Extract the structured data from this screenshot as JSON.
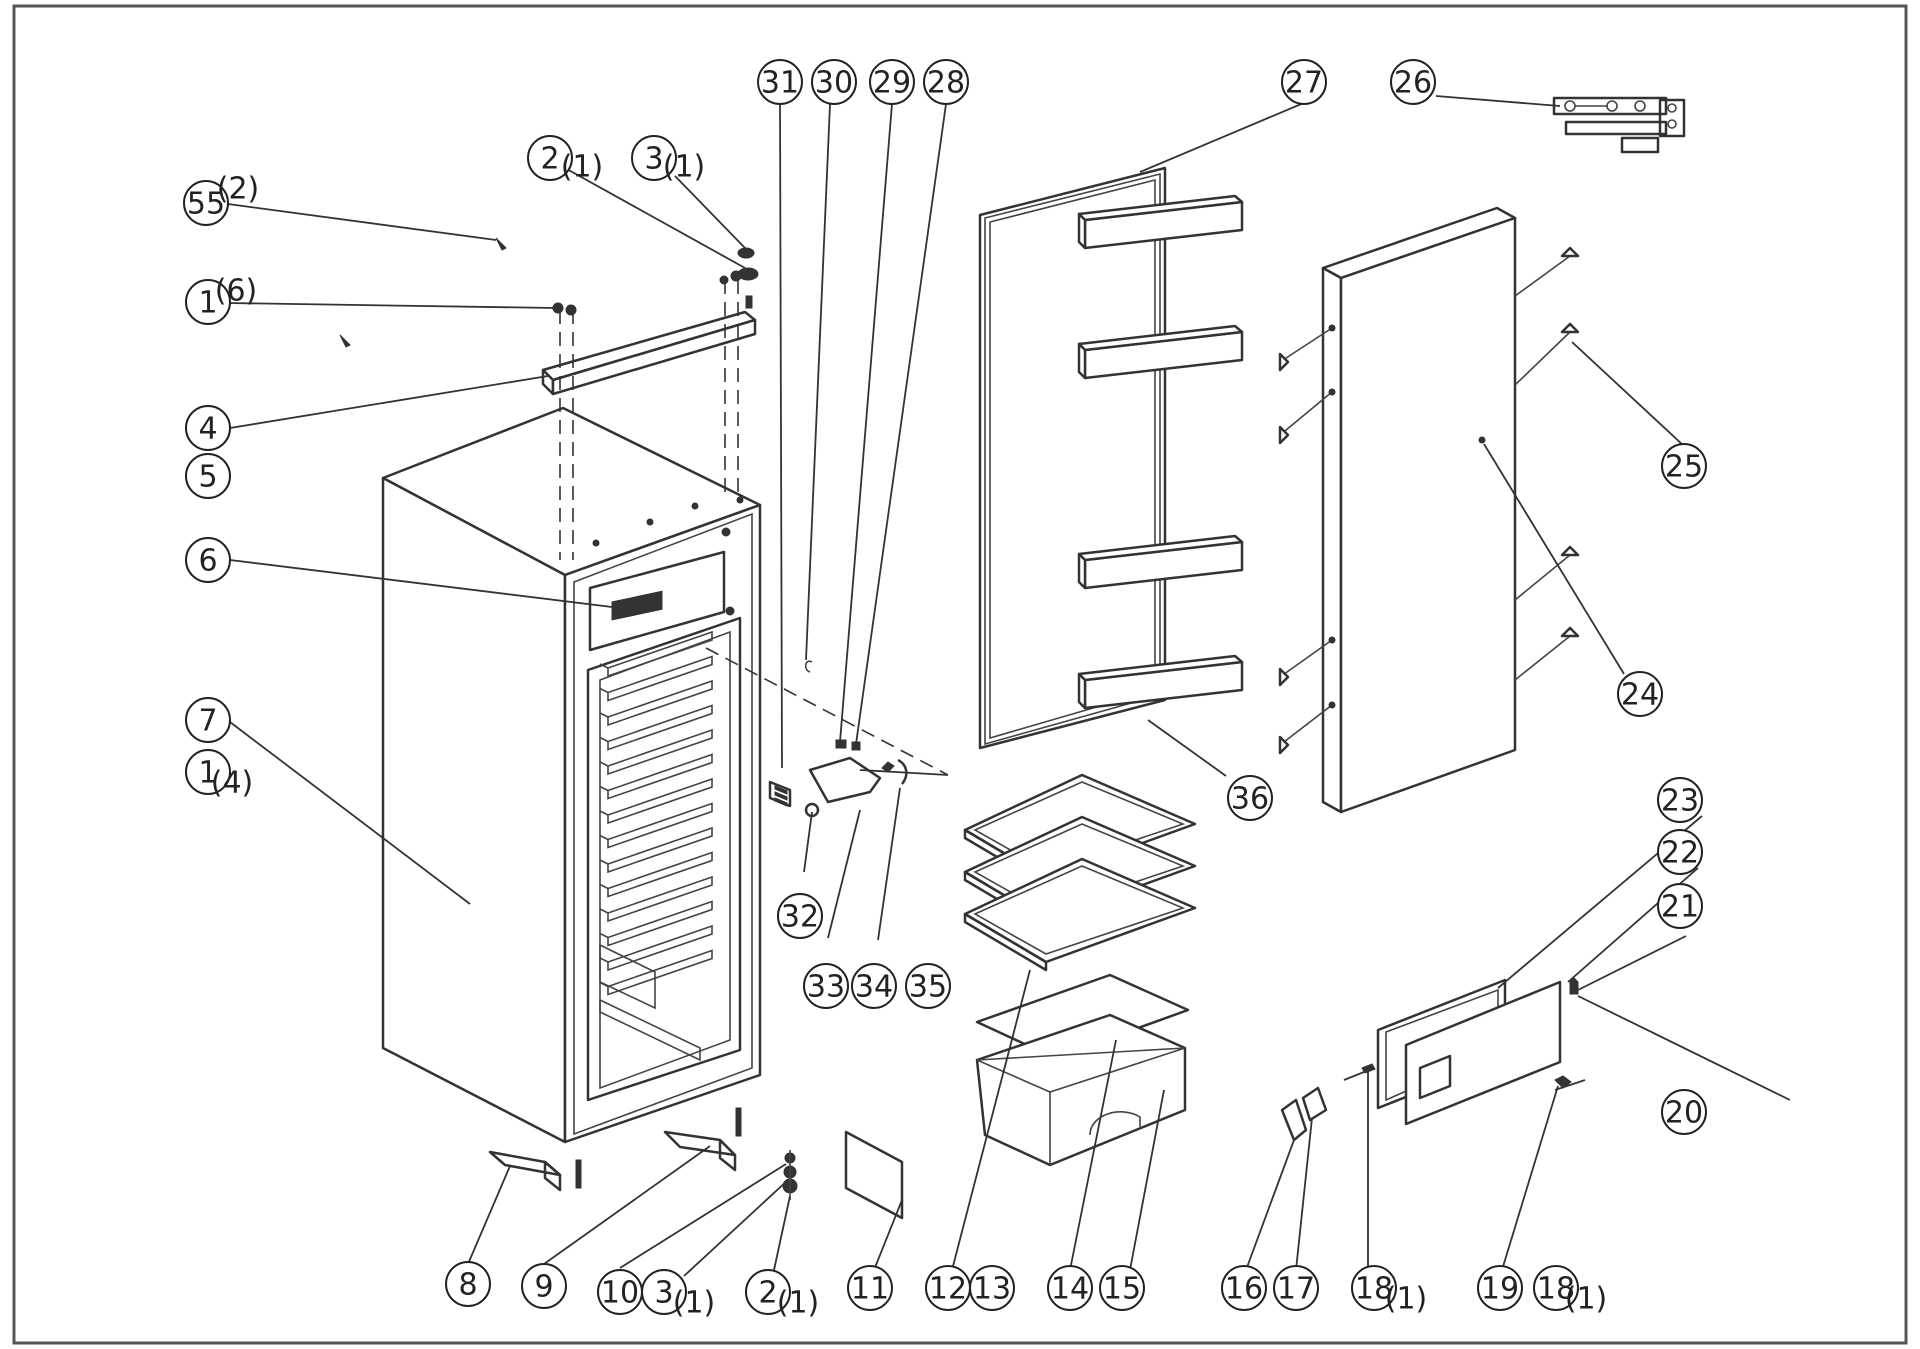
{
  "diagram": {
    "type": "exploded-parts-view",
    "callouts": [
      {
        "id": "c55",
        "label": "55",
        "qty": "(2)"
      },
      {
        "id": "c1a",
        "label": "1",
        "qty": "(6)"
      },
      {
        "id": "c2a",
        "label": "2",
        "qty": "(1)"
      },
      {
        "id": "c3a",
        "label": "3",
        "qty": "(1)"
      },
      {
        "id": "c4",
        "label": "4",
        "qty": ""
      },
      {
        "id": "c5",
        "label": "5",
        "qty": ""
      },
      {
        "id": "c6",
        "label": "6",
        "qty": ""
      },
      {
        "id": "c7",
        "label": "7",
        "qty": ""
      },
      {
        "id": "c1b",
        "label": "1",
        "qty": "(4)"
      },
      {
        "id": "c31",
        "label": "31",
        "qty": ""
      },
      {
        "id": "c30",
        "label": "30",
        "qty": ""
      },
      {
        "id": "c29",
        "label": "29",
        "qty": ""
      },
      {
        "id": "c28",
        "label": "28",
        "qty": ""
      },
      {
        "id": "c27",
        "label": "27",
        "qty": ""
      },
      {
        "id": "c26",
        "label": "26",
        "qty": ""
      },
      {
        "id": "c25",
        "label": "25",
        "qty": ""
      },
      {
        "id": "c24",
        "label": "24",
        "qty": ""
      },
      {
        "id": "c36",
        "label": "36",
        "qty": ""
      },
      {
        "id": "c23",
        "label": "23",
        "qty": ""
      },
      {
        "id": "c22",
        "label": "22",
        "qty": ""
      },
      {
        "id": "c21",
        "label": "21",
        "qty": ""
      },
      {
        "id": "c20",
        "label": "20",
        "qty": ""
      },
      {
        "id": "c32",
        "label": "32",
        "qty": ""
      },
      {
        "id": "c33",
        "label": "33",
        "qty": ""
      },
      {
        "id": "c34",
        "label": "34",
        "qty": ""
      },
      {
        "id": "c35",
        "label": "35",
        "qty": ""
      },
      {
        "id": "c8",
        "label": "8",
        "qty": ""
      },
      {
        "id": "c9",
        "label": "9",
        "qty": ""
      },
      {
        "id": "c10",
        "label": "10",
        "qty": ""
      },
      {
        "id": "c3b",
        "label": "3",
        "qty": "(1)"
      },
      {
        "id": "c2b",
        "label": "2",
        "qty": "(1)"
      },
      {
        "id": "c11",
        "label": "11",
        "qty": ""
      },
      {
        "id": "c12",
        "label": "12",
        "qty": ""
      },
      {
        "id": "c13",
        "label": "13",
        "qty": ""
      },
      {
        "id": "c14",
        "label": "14",
        "qty": ""
      },
      {
        "id": "c15",
        "label": "15",
        "qty": ""
      },
      {
        "id": "c16",
        "label": "16",
        "qty": ""
      },
      {
        "id": "c17",
        "label": "17",
        "qty": ""
      },
      {
        "id": "c18a",
        "label": "18",
        "qty": "(1)"
      },
      {
        "id": "c19",
        "label": "19",
        "qty": ""
      },
      {
        "id": "c18b",
        "label": "18",
        "qty": "(1)"
      }
    ]
  }
}
